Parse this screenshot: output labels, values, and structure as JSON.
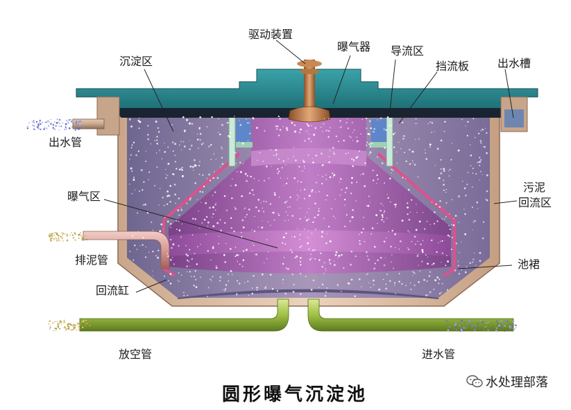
{
  "labels": {
    "drive": "驱动装置",
    "aerator": "曝气器",
    "guide_zone": "导流区",
    "settling_zone": "沉淀区",
    "baffle": "挡流板",
    "outlet_trough": "出水槽",
    "outlet_pipe": "出水管",
    "aeration_zone": "曝气区",
    "sludge_return_1": "污泥",
    "sludge_return_2": "回流区",
    "sludge_pipe": "排泥管",
    "pool_skirt": "池裙",
    "return_gap": "回流缸",
    "drain_pipe": "放空管",
    "inlet_pipe": "进水管"
  },
  "title": "圆形曝气沉淀池",
  "watermark": {
    "text": "水处理部落",
    "icon": "wechat-icon"
  },
  "colors": {
    "roof": "#2b8c93",
    "tank_wall": "#d9b79a",
    "tank_inner": "#8e7ea6",
    "aeration_cone": "#b565b8",
    "skirt_line": "#e0508a",
    "pipe_green": "#9fbf44",
    "pipe_pink": "#d69a93",
    "drive_shaft": "#c07a44",
    "guide_wall": "#bfe3cf",
    "guide_blue": "#5f86c9"
  }
}
